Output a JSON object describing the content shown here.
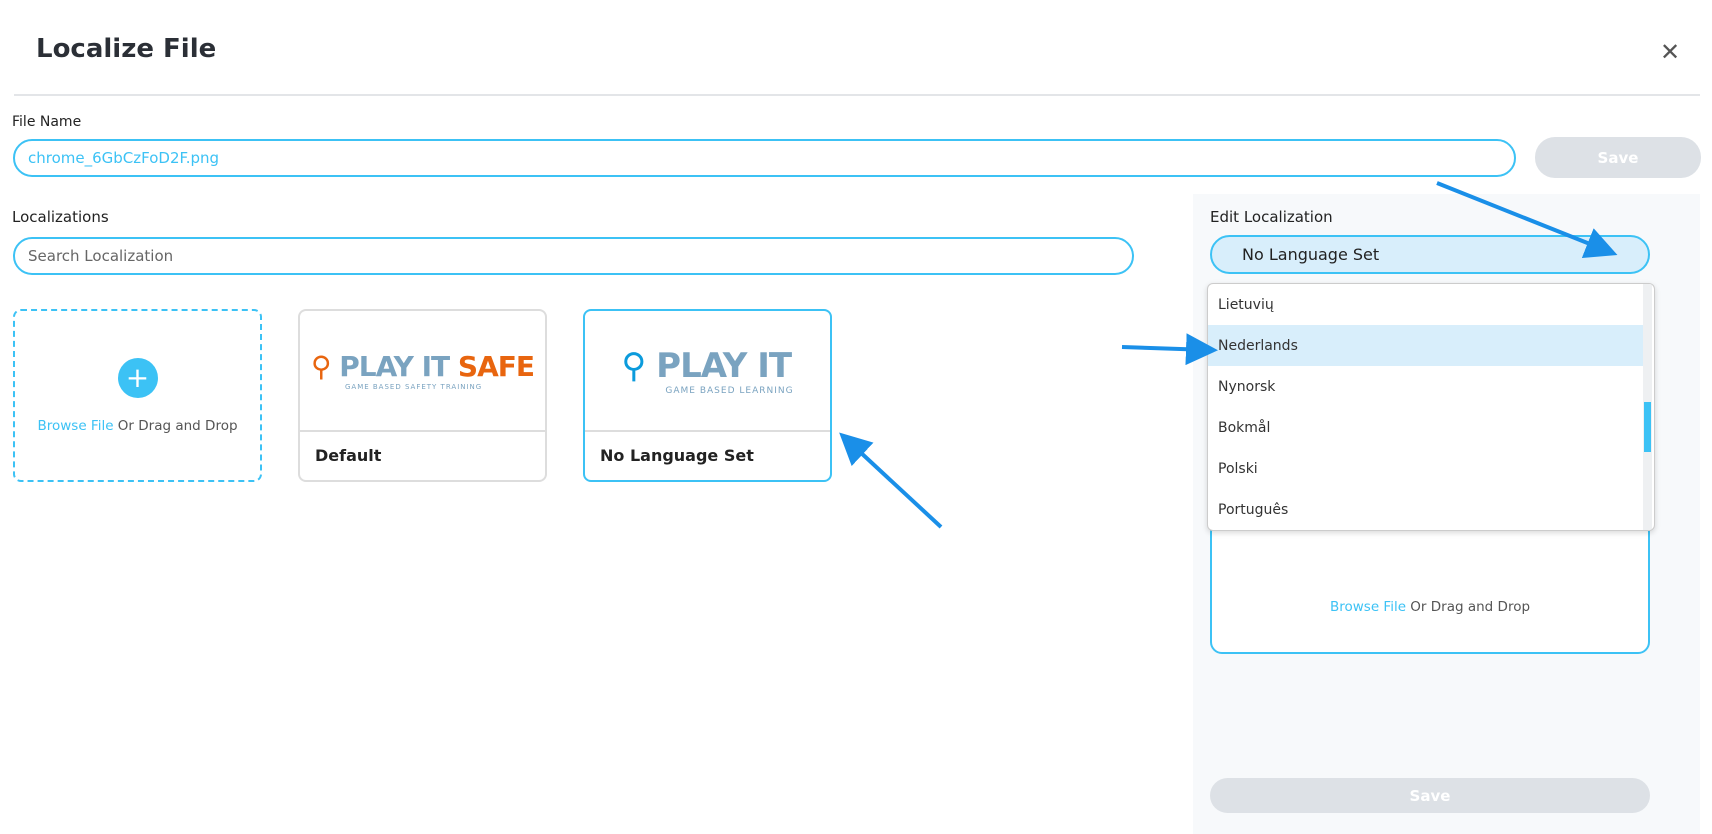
{
  "dialog": {
    "title": "Localize File",
    "close_icon": "close-icon"
  },
  "file": {
    "label": "File Name",
    "value": "chrome_6GbCzFoD2F.png",
    "save_label": "Save"
  },
  "localizations": {
    "label": "Localizations",
    "search_placeholder": "Search Localization",
    "browse_link": "Browse File",
    "browse_rest": " Or Drag and Drop",
    "cards": [
      {
        "caption": "Default",
        "logo_main": "PLAY IT ",
        "logo_accent": "SAFE",
        "logo_sub": "GAME BASED SAFETY TRAINING"
      },
      {
        "caption": "No Language Set",
        "logo_main": "PLAY IT",
        "logo_accent": "",
        "logo_sub": "GAME BASED LEARNING"
      }
    ]
  },
  "edit": {
    "label": "Edit Localization",
    "selected": "No Language Set",
    "options": [
      "Lietuvių",
      "Nederlands",
      "Nynorsk",
      "Bokmål",
      "Polski",
      "Português"
    ],
    "highlighted": "Nederlands",
    "browse_link": "Browse File",
    "browse_rest": " Or Drag and Drop",
    "save_label": "Save"
  },
  "colors": {
    "accent": "#3cc2f5",
    "orange": "#e8650f",
    "logo_gray": "#7aa3c0"
  }
}
